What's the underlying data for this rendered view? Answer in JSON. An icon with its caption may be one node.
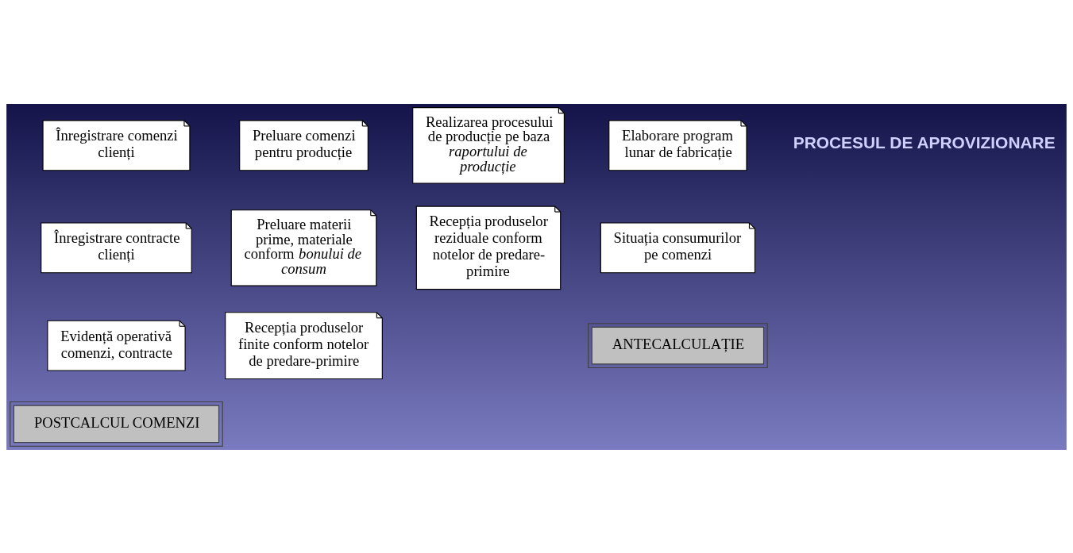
{
  "diagram": {
    "nodes": [
      {
        "text": [
          "Înregistrare comenzi clienți"
        ]
      },
      {
        "text": [
          "Înregistrare contracte clienți"
        ]
      },
      {
        "text": [
          "Evidență operativă comenzi, contracte"
        ]
      },
      {
        "text": [
          "POSTCALCUL COMENZI"
        ]
      },
      {
        "text": [
          "Preluare comenzi pentru producție"
        ]
      },
      {
        "text": [
          "Preluare materii prime, materiale conform *bonului de consum*"
        ]
      },
      {
        "text": [
          "Recepția produselor finite conform notelor de predare-primire"
        ]
      },
      {
        "text": [
          "Realizarea procesului de producție pe baza *raportului de producție*"
        ]
      },
      {
        "text": [
          "Recepția produselor reziduale conform notelor de predare-primire"
        ]
      },
      {
        "text": [
          "Elaborare program lunar de fabricație"
        ]
      },
      {
        "text": [
          "Situația consumurilor pe comenzi"
        ]
      },
      {
        "text": [
          "ANTECALCULAȚIE"
        ]
      }
    ],
    "edges": [],
    "labels": [
      "PROCESUL DE APROVIZIONARE"
    ]
  }
}
